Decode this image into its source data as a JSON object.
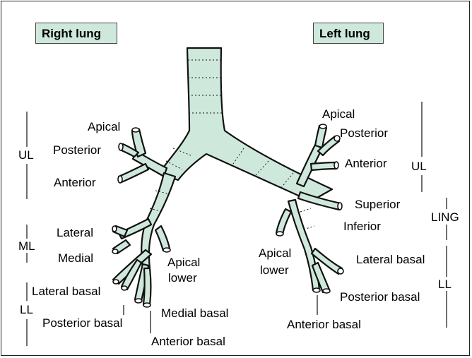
{
  "headers": {
    "right": "Right lung",
    "left": "Left lung"
  },
  "colors": {
    "airway_fill": "#cfe8dc",
    "header_fill": "#cfe8dc",
    "outline": "#111111"
  },
  "right": {
    "groups": {
      "ul": "UL",
      "ml": "ML",
      "ll": "LL"
    },
    "labels": {
      "apical": "Apical",
      "posterior": "Posterior",
      "anterior": "Anterior",
      "lateral": "Lateral",
      "medial": "Medial",
      "apical_lower_1": "Apical",
      "apical_lower_2": "lower",
      "lateral_basal": "Lateral basal",
      "posterior_basal": "Posterior basal",
      "medial_basal": "Medial basal",
      "anterior_basal": "Anterior basal"
    }
  },
  "left": {
    "groups": {
      "ul": "UL",
      "ling": "LING",
      "ll": "LL"
    },
    "labels": {
      "apical": "Apical",
      "posterior": "Posterior",
      "anterior": "Anterior",
      "superior": "Superior",
      "inferior": "Inferior",
      "apical_lower_1": "Apical",
      "apical_lower_2": "lower",
      "lateral_basal": "Lateral basal",
      "posterior_basal": "Posterior basal",
      "anterior_basal": "Anterior basal"
    }
  }
}
